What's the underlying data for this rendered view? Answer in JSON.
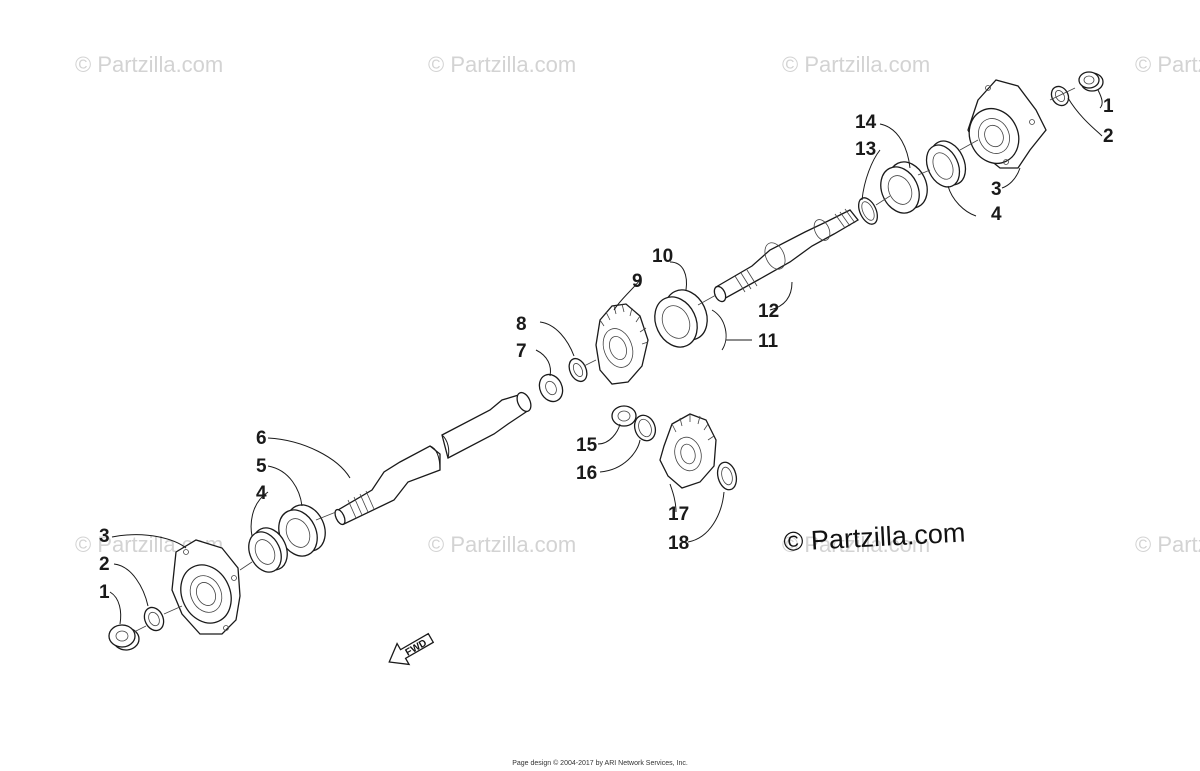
{
  "watermark": {
    "text": "© Partzilla.com",
    "instances": 8
  },
  "main_watermark": "© Partzilla.com",
  "direction_label": "FWD",
  "footer": "Page design © 2004-2017 by ARI Network Services, Inc.",
  "callouts": {
    "top_1": "1",
    "top_2": "2",
    "top_3": "3",
    "top_4": "4",
    "n13": "13",
    "n14": "14",
    "n12": "12",
    "n11": "11",
    "n10": "10",
    "n9": "9",
    "n8": "8",
    "n7": "7",
    "n6": "6",
    "n5": "5",
    "bot_4": "4",
    "bot_3": "3",
    "bot_2": "2",
    "bot_1": "1",
    "n15": "15",
    "n16": "16",
    "n17": "17",
    "n18": "18"
  }
}
